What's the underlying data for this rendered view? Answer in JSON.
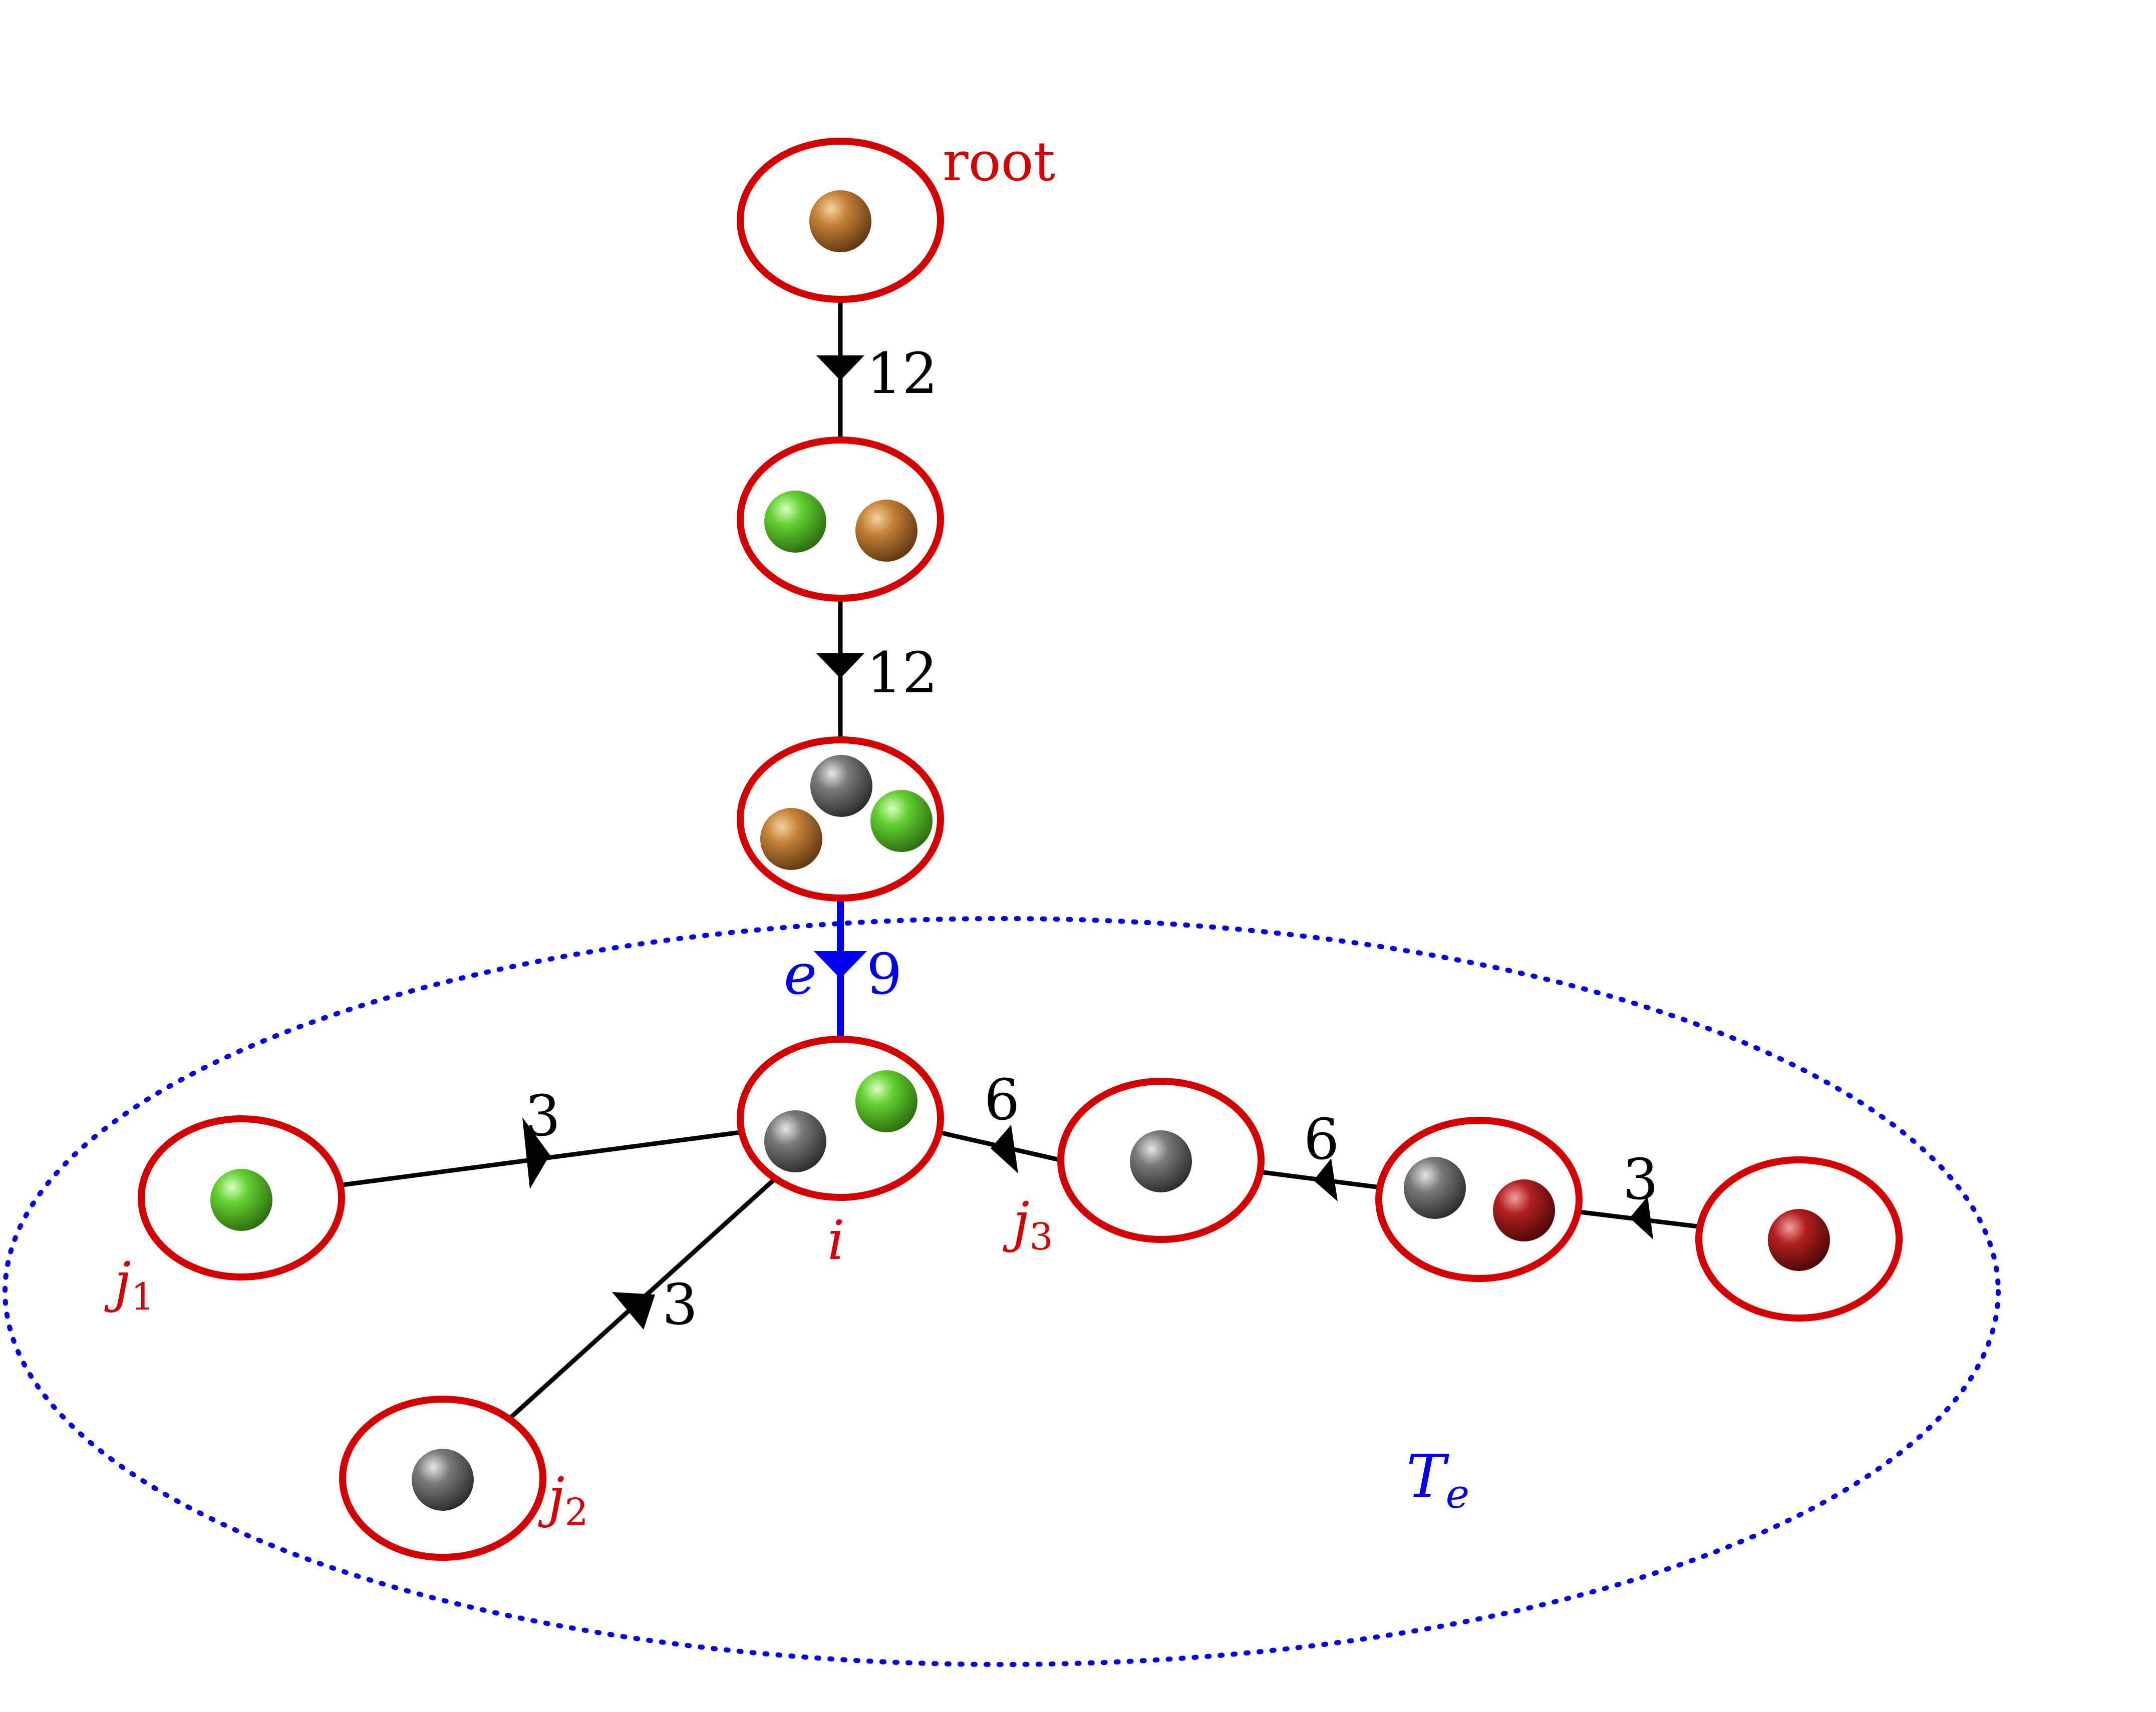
{
  "colors": {
    "node_border": "#d40000",
    "edge": "#000000",
    "highlight": "#0000ee",
    "subtree_boundary": "#0000ee",
    "label_red": "#d40000",
    "ball_brown": "#b06a24",
    "ball_green": "#4fc21e",
    "ball_gray": "#555555",
    "ball_red": "#a01010"
  },
  "labels": {
    "root": "root",
    "edge_e": "e",
    "node_i": "i",
    "j1": {
      "base": "j",
      "sub": "1"
    },
    "j2": {
      "base": "j",
      "sub": "2"
    },
    "j3": {
      "base": "j",
      "sub": "3"
    },
    "subtree": {
      "base": "T",
      "sub": "e"
    }
  },
  "edges": {
    "root_to_n2": "12",
    "n2_to_n3": "12",
    "n3_to_i": "9",
    "j1_to_i": "3",
    "j2_to_i": "3",
    "j3_to_i": "6",
    "n5_to_j3": "6",
    "n6_to_n5": "3"
  },
  "nodes": [
    {
      "id": "root",
      "balls": [
        "brown"
      ]
    },
    {
      "id": "n2",
      "balls": [
        "green",
        "brown"
      ]
    },
    {
      "id": "n3",
      "balls": [
        "gray",
        "brown",
        "green"
      ]
    },
    {
      "id": "i",
      "balls": [
        "gray",
        "green"
      ]
    },
    {
      "id": "j1",
      "balls": [
        "green"
      ]
    },
    {
      "id": "j2",
      "balls": [
        "gray"
      ]
    },
    {
      "id": "j3",
      "balls": [
        "gray"
      ]
    },
    {
      "id": "n5",
      "balls": [
        "gray",
        "red"
      ]
    },
    {
      "id": "n6",
      "balls": [
        "red"
      ]
    }
  ]
}
